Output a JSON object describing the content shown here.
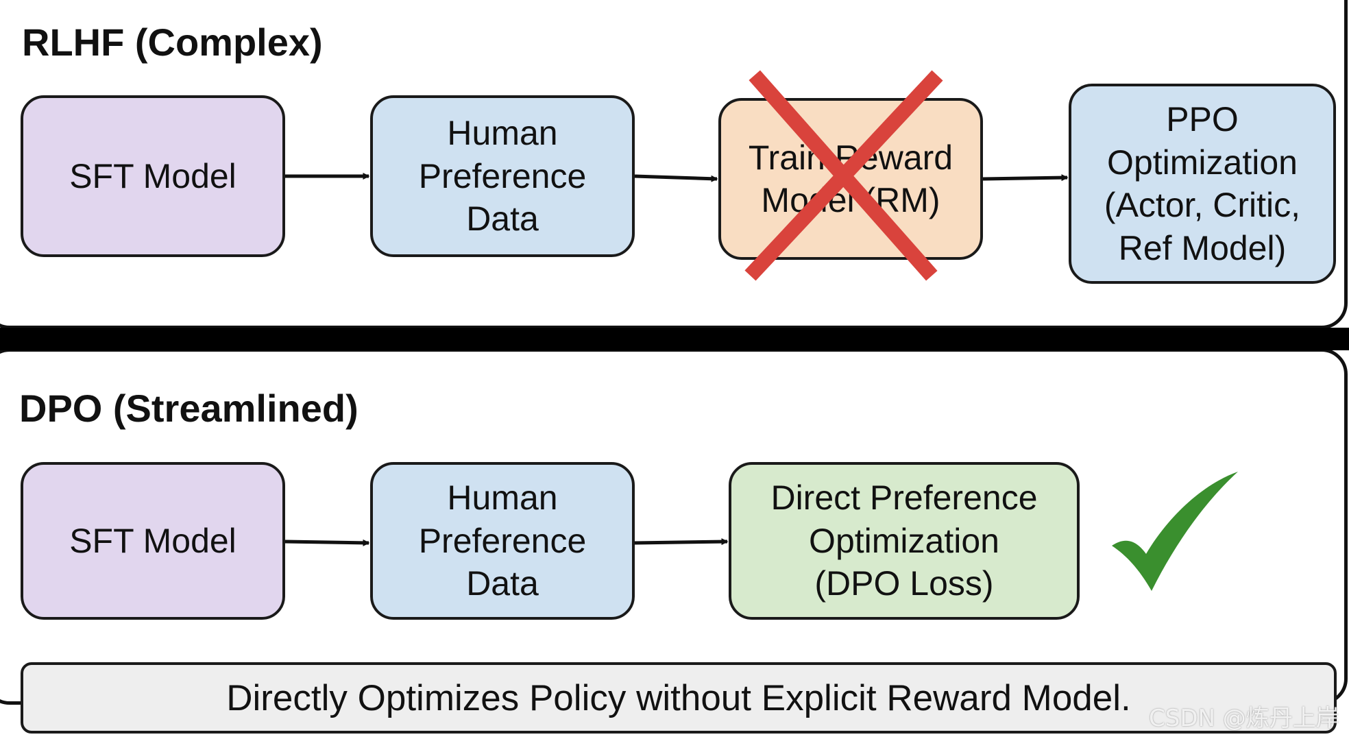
{
  "rlhf": {
    "title": "RLHF (Complex)",
    "steps": [
      {
        "label": "SFT Model",
        "color": "#e1d6ee"
      },
      {
        "label": "Human\nPreference\nData",
        "color": "#cfe1f1"
      },
      {
        "label": "Train Reward\nModel (RM)",
        "color": "#f9ddc2",
        "crossed_out": true
      },
      {
        "label": "PPO\nOptimization\n(Actor, Critic,\nRef Model)",
        "color": "#cfe1f1"
      }
    ]
  },
  "dpo": {
    "title": "DPO (Streamlined)",
    "steps": [
      {
        "label": "SFT Model",
        "color": "#e1d6ee"
      },
      {
        "label": "Human\nPreference\nData",
        "color": "#cfe1f1"
      },
      {
        "label": "Direct Preference\nOptimization\n(DPO Loss)",
        "color": "#d7eacd"
      }
    ],
    "status_icon": "checkmark-icon",
    "status_color": "#3a8f2e"
  },
  "banner": {
    "text": "Directly Optimizes Policy without Explicit Reward Model."
  },
  "cross_color": "#d9433c",
  "watermark": "CSDN @炼丹上岸"
}
